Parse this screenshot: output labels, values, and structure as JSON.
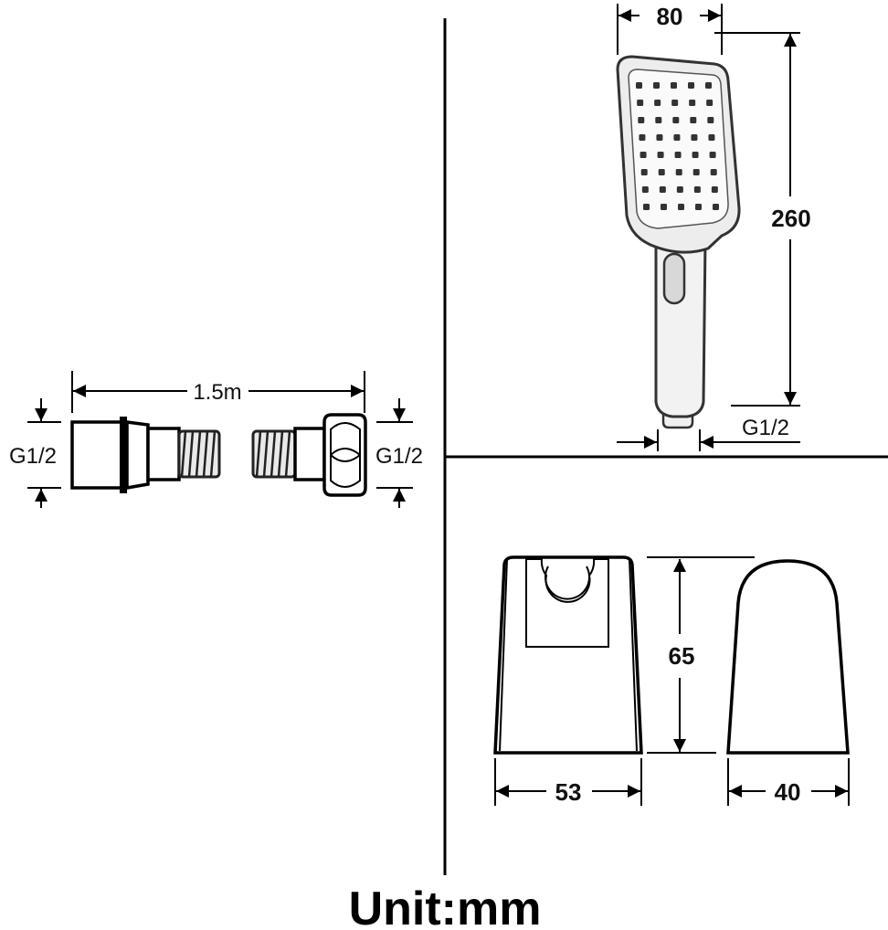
{
  "hose": {
    "length_label": "1.5m",
    "left_thread_label": "G1/2",
    "right_thread_label": "G1/2"
  },
  "shower_head": {
    "width_label": "80",
    "height_label": "260",
    "thread_label": "G1/2"
  },
  "holder": {
    "height_label": "65",
    "width_label": "53",
    "depth_label": "40"
  },
  "unit_label": "Unit:mm",
  "colors": {
    "line": "#000000",
    "background": "#ffffff"
  }
}
